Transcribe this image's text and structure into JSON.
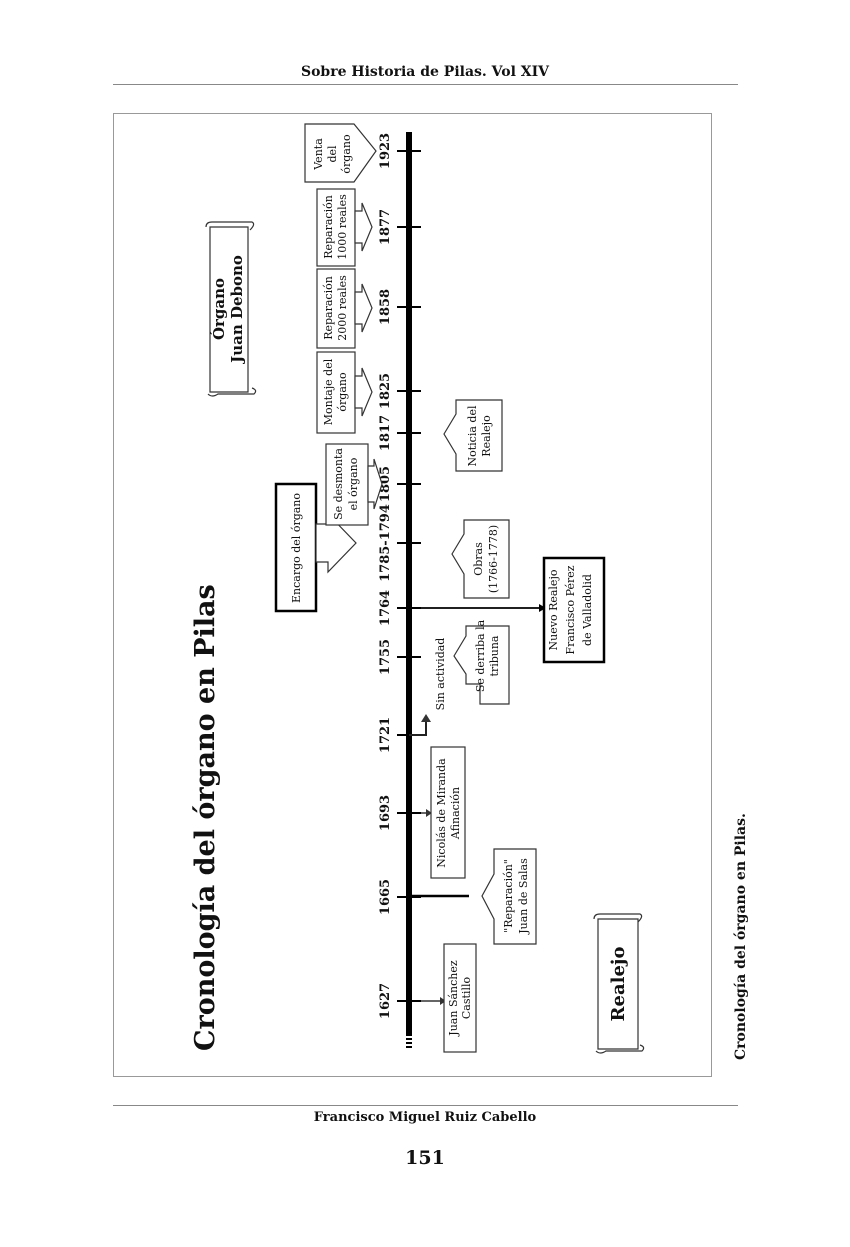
{
  "header": {
    "title": "Sobre Historia de Pilas. Vol XIV"
  },
  "footer": {
    "author": "Francisco Miguel Ruiz Cabello",
    "page_number": "151"
  },
  "caption": "Cronología del órgano en Pilas.",
  "figure": {
    "title": "Cronología del órgano en Pilas",
    "scroll_top": [
      "Órgano",
      "Juan Debono"
    ],
    "scroll_bottom": "Realejo",
    "years": [
      "1627",
      "1665",
      "1693",
      "1721",
      "1755",
      "1764",
      "1785-1794",
      "1805",
      "1817",
      "1825",
      "1858",
      "1877",
      "1923"
    ],
    "events": {
      "e1627": [
        "Juan Sánchez",
        "Castillo"
      ],
      "e1665": [
        "\"Reparación\"",
        "Juan de Salas"
      ],
      "e1693": [
        "Nicolás de Miranda",
        "Afinación"
      ],
      "e1721": "Sin actividad",
      "e1755": [
        "Se derriba la",
        "tribuna"
      ],
      "e1764": [
        "Nuevo Realejo",
        "Francisco Pérez",
        "de Valladolid"
      ],
      "e1766": [
        "Obras",
        "(1766-1778)"
      ],
      "encargo": "Encargo del órgano",
      "e1805": [
        "Se desmonta",
        "el órgano"
      ],
      "e1817": [
        "Noticia del",
        "Realejo"
      ],
      "e1825": [
        "Montaje del",
        "órgano"
      ],
      "e1858": [
        "Reparación",
        "2000 reales"
      ],
      "e1877": [
        "Reparación",
        "1000 reales"
      ],
      "e1923": [
        "Venta",
        "del",
        "órgano"
      ]
    }
  }
}
